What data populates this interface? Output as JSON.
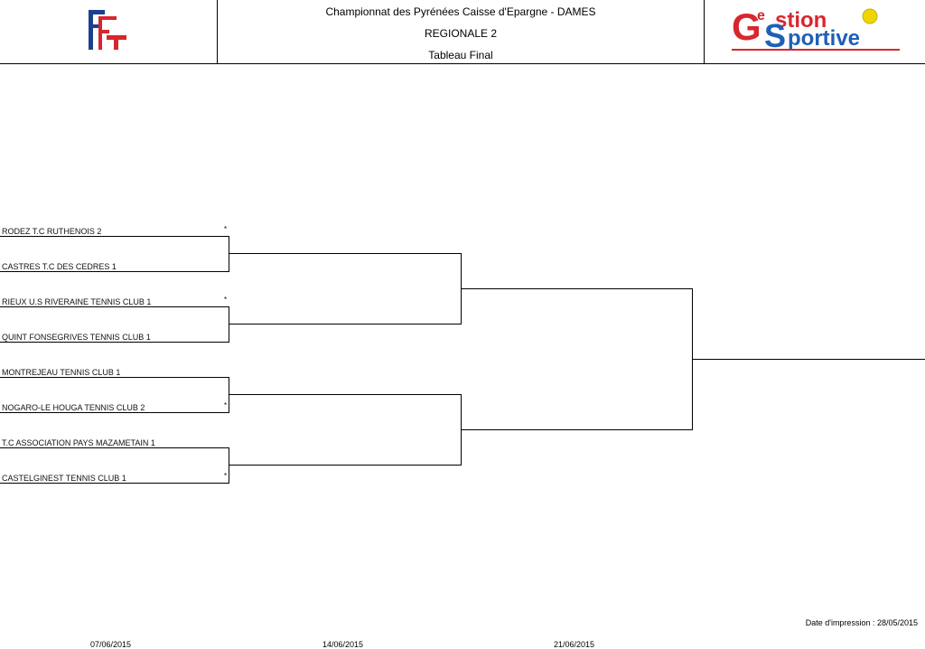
{
  "header": {
    "line1": "Championnat des Pyrénées Caisse d'Epargne -  DAMES",
    "line2": "REGIONALE 2",
    "line3": "Tableau Final",
    "left_logo": "FFT",
    "right_logo": {
      "line1": "Gestion",
      "line2": "Sportive",
      "icon": "tennis-ball-icon"
    }
  },
  "teams": [
    {
      "name": "RODEZ T.C RUTHENOIS 2",
      "marker": "*"
    },
    {
      "name": "CASTRES T.C DES CEDRES 1",
      "marker": ""
    },
    {
      "name": "RIEUX U.S RIVERAINE TENNIS CLUB 1",
      "marker": "*"
    },
    {
      "name": "QUINT FONSEGRIVES TENNIS CLUB 1",
      "marker": ""
    },
    {
      "name": "MONTREJEAU TENNIS CLUB 1",
      "marker": ""
    },
    {
      "name": "NOGARO-LE HOUGA TENNIS CLUB 2",
      "marker": "*"
    },
    {
      "name": "T.C ASSOCIATION PAYS MAZAMETAIN 1",
      "marker": ""
    },
    {
      "name": "CASTELGINEST TENNIS CLUB 1",
      "marker": "*"
    }
  ],
  "round_dates": [
    "07/06/2015",
    "14/06/2015",
    "21/06/2015"
  ],
  "print_date": "Date d'impression : 28/05/2015"
}
